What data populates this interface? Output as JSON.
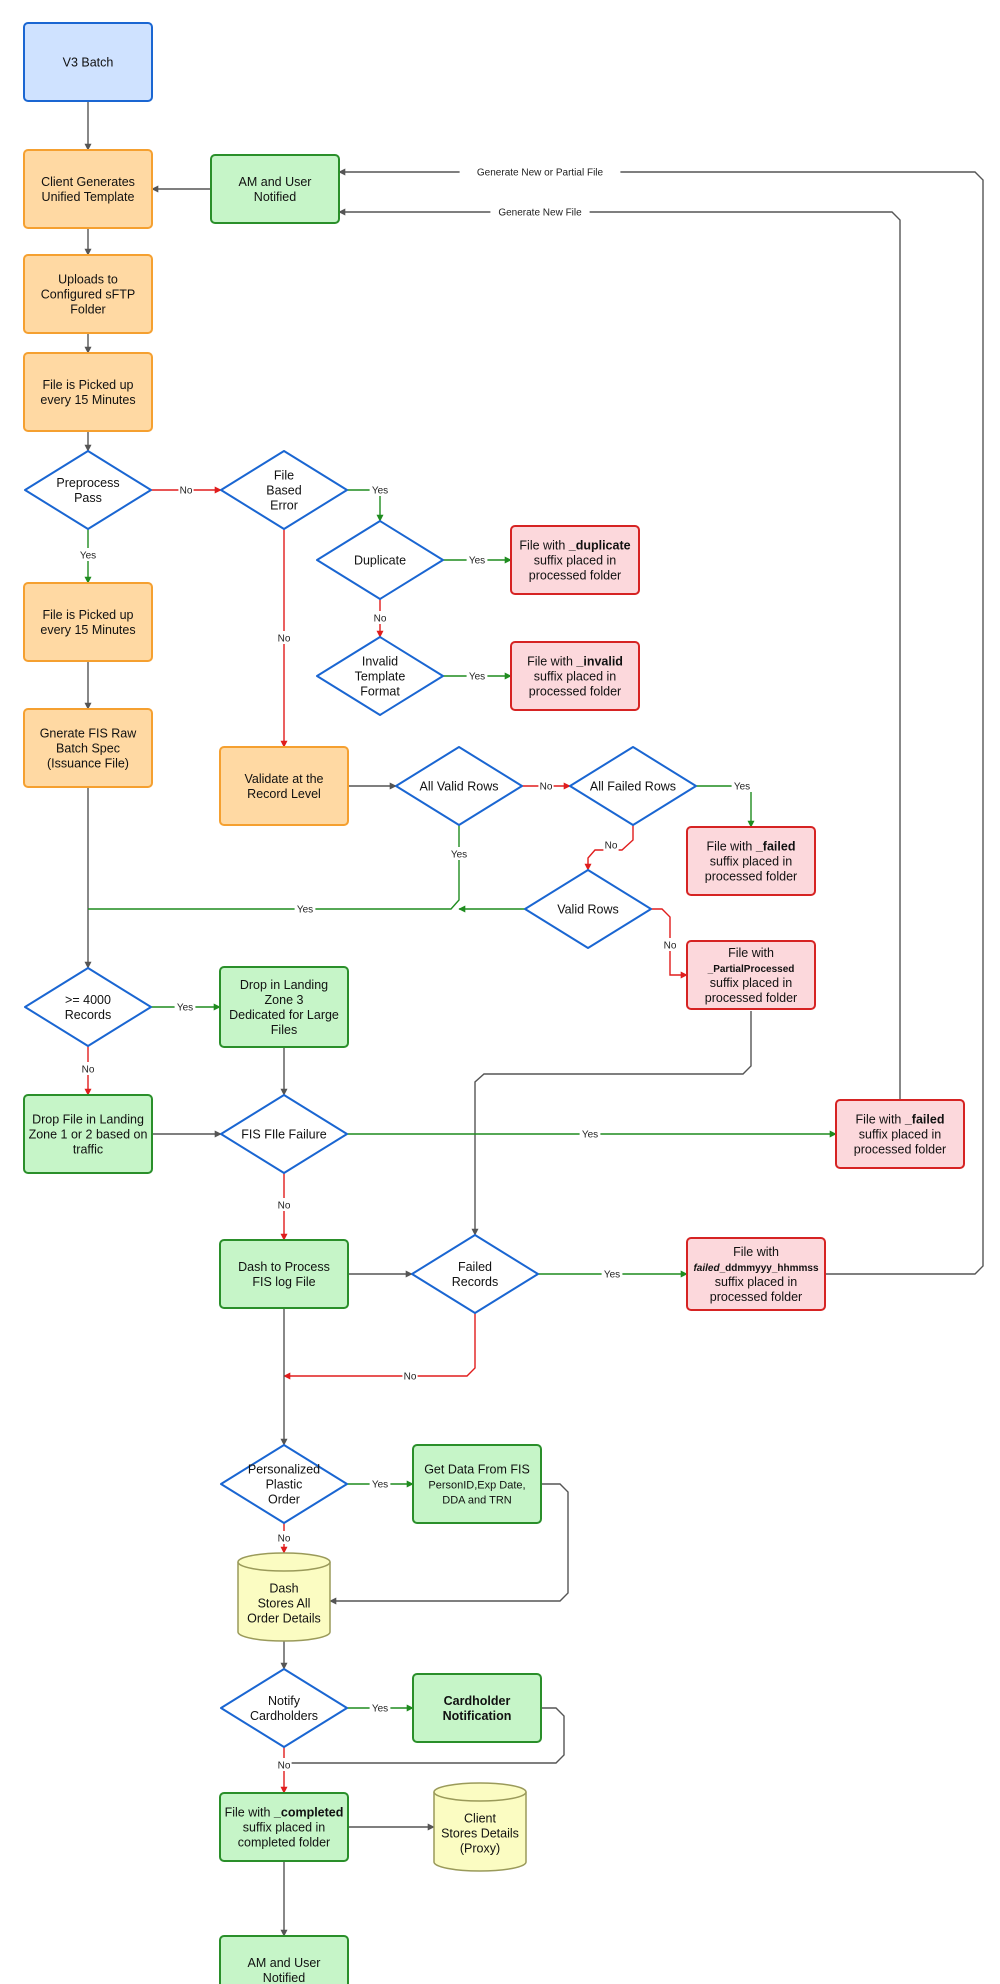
{
  "diagram": {
    "title": "V3 Batch",
    "styles": {
      "blue": {
        "fill": "#cfe2ff",
        "stroke": "#1a66d2"
      },
      "orange": {
        "fill": "#ffd9a3",
        "stroke": "#f5a030"
      },
      "green": {
        "fill": "#c6f5c8",
        "stroke": "#2a8f2a"
      },
      "red": {
        "fill": "#fcd8dc",
        "stroke": "#d62323"
      },
      "diamond": {
        "fill": "#ffffff",
        "stroke": "#1a66d2"
      },
      "cyl": {
        "fill": "#fbfcc2",
        "stroke": "#9a9a5a"
      }
    },
    "edge_colors": {
      "gray": "#555555",
      "red": "#e01d1d",
      "green": "#1f8c1f"
    },
    "nodes": [
      {
        "id": "v3",
        "shape": "rect",
        "style": "blue",
        "lines": [
          "V3 Batch"
        ]
      },
      {
        "id": "client",
        "shape": "rect",
        "style": "orange",
        "lines": [
          "Client Generates",
          "Unified Template"
        ]
      },
      {
        "id": "amuser1",
        "shape": "rect",
        "style": "green",
        "lines": [
          "AM and User",
          "Notified"
        ]
      },
      {
        "id": "uploads",
        "shape": "rect",
        "style": "orange",
        "lines": [
          "Uploads to",
          "Configured sFTP",
          "Folder"
        ]
      },
      {
        "id": "pickup1",
        "shape": "rect",
        "style": "orange",
        "lines": [
          "File is Picked up",
          "every 15 Minutes"
        ]
      },
      {
        "id": "prepass",
        "shape": "diamond",
        "style": "diamond",
        "lines": [
          "Preprocess",
          "Pass"
        ]
      },
      {
        "id": "filebased",
        "shape": "diamond",
        "style": "diamond",
        "lines": [
          "File",
          "Based",
          "Error"
        ]
      },
      {
        "id": "duplicate",
        "shape": "diamond",
        "style": "diamond",
        "lines": [
          "Duplicate"
        ]
      },
      {
        "id": "dupfile",
        "shape": "rect",
        "style": "red",
        "lines": [
          [
            {
              "t": "File with "
            },
            {
              "t": "_duplicate",
              "b": true
            }
          ],
          "suffix placed in",
          "processed folder"
        ]
      },
      {
        "id": "invalidfmt",
        "shape": "diamond",
        "style": "diamond",
        "lines": [
          "Invalid",
          "Template",
          "Format"
        ]
      },
      {
        "id": "invfile",
        "shape": "rect",
        "style": "red",
        "lines": [
          [
            {
              "t": "File with "
            },
            {
              "t": "_invalid",
              "b": true
            }
          ],
          "suffix placed in",
          "processed folder"
        ]
      },
      {
        "id": "pickup2",
        "shape": "rect",
        "style": "orange",
        "lines": [
          "File is Picked up",
          "every 15 Minutes"
        ]
      },
      {
        "id": "genfis",
        "shape": "rect",
        "style": "orange",
        "lines": [
          "Gnerate FIS Raw",
          "Batch Spec",
          "(Issuance File)"
        ]
      },
      {
        "id": "validate",
        "shape": "rect",
        "style": "orange",
        "lines": [
          "Validate at the",
          "Record Level"
        ]
      },
      {
        "id": "allvalid",
        "shape": "diamond",
        "style": "diamond",
        "lines": [
          "All Valid Rows"
        ]
      },
      {
        "id": "allfailed",
        "shape": "diamond",
        "style": "diamond",
        "lines": [
          "All Failed Rows"
        ]
      },
      {
        "id": "failedfile1",
        "shape": "rect",
        "style": "red",
        "lines": [
          [
            {
              "t": "File with "
            },
            {
              "t": "_failed",
              "b": true
            }
          ],
          "suffix placed in",
          "processed folder"
        ]
      },
      {
        "id": "validrows",
        "shape": "diamond",
        "style": "diamond",
        "lines": [
          "Valid Rows"
        ]
      },
      {
        "id": "partialfile",
        "shape": "rect",
        "style": "red",
        "lines": [
          "File with",
          [
            {
              "t": "_PartialProcessed",
              "b": true,
              "s": 10
            }
          ],
          "suffix placed in",
          "processed folder"
        ]
      },
      {
        "id": "records4000",
        "shape": "diamond",
        "style": "diamond",
        "lines": [
          ">= 4000",
          "Records"
        ]
      },
      {
        "id": "zone3",
        "shape": "rect",
        "style": "green",
        "lines": [
          "Drop in Landing",
          "Zone 3",
          "Dedicated for Large",
          "Files"
        ]
      },
      {
        "id": "zone12",
        "shape": "rect",
        "style": "green",
        "lines": [
          "Drop File in Landing",
          "Zone 1 or 2 based on",
          "traffic"
        ]
      },
      {
        "id": "fisfailure",
        "shape": "diamond",
        "style": "diamond",
        "lines": [
          "FIS FIle Failure"
        ]
      },
      {
        "id": "failedfile2",
        "shape": "rect",
        "style": "red",
        "lines": [
          [
            {
              "t": "File with "
            },
            {
              "t": "_failed",
              "b": true
            }
          ],
          "suffix placed in",
          "processed folder"
        ]
      },
      {
        "id": "dash",
        "shape": "rect",
        "style": "green",
        "lines": [
          "Dash to Process",
          "FIS log File"
        ]
      },
      {
        "id": "failedrecords",
        "shape": "diamond",
        "style": "diamond",
        "lines": [
          "Failed",
          "Records"
        ]
      },
      {
        "id": "failedddm",
        "shape": "rect",
        "style": "red",
        "lines": [
          "File with",
          [
            {
              "t": "failed",
              "b": true,
              "i": true,
              "s": 10
            },
            {
              "t": "_ddmmyyy_hhmmss",
              "b": true,
              "s": 10
            }
          ],
          "suffix placed in",
          "processed folder"
        ]
      },
      {
        "id": "plastic",
        "shape": "diamond",
        "style": "diamond",
        "lines": [
          "Personalized",
          "Plastic",
          "Order"
        ]
      },
      {
        "id": "getdata",
        "shape": "rect",
        "style": "green",
        "lines": [
          "Get Data From FIS",
          [
            {
              "t": "PersonID,Exp Date,",
              "s": 11
            }
          ],
          [
            {
              "t": "DDA and TRN",
              "s": 11
            }
          ]
        ]
      },
      {
        "id": "dashstores",
        "shape": "cyl",
        "style": "cyl",
        "lines": [
          "Dash",
          "Stores All",
          "Order Details"
        ]
      },
      {
        "id": "notify",
        "shape": "diamond",
        "style": "diamond",
        "lines": [
          "Notify",
          "Cardholders"
        ]
      },
      {
        "id": "chnotif",
        "shape": "rect",
        "style": "green",
        "lines": [
          [
            {
              "t": "Cardholder",
              "b": true
            }
          ],
          [
            {
              "t": "Notification",
              "b": true
            }
          ]
        ]
      },
      {
        "id": "completed",
        "shape": "rect",
        "style": "green",
        "lines": [
          [
            {
              "t": "File with "
            },
            {
              "t": "_completed",
              "b": true
            }
          ],
          "suffix placed in",
          "completed folder"
        ]
      },
      {
        "id": "clientstores",
        "shape": "cyl",
        "style": "cyl",
        "lines": [
          "Client",
          "Stores Details",
          "(Proxy)"
        ]
      },
      {
        "id": "amuser2",
        "shape": "rect",
        "style": "green",
        "lines": [
          "AM and User",
          "Notified"
        ]
      }
    ],
    "edges": [
      {
        "id": "v3-client",
        "color": "gray",
        "label": ""
      },
      {
        "id": "amuser-client",
        "color": "gray",
        "label": ""
      },
      {
        "id": "client-uploads",
        "color": "gray",
        "label": ""
      },
      {
        "id": "uploads-pickup1",
        "color": "gray",
        "label": ""
      },
      {
        "id": "pickup1-prepass",
        "color": "gray",
        "label": ""
      },
      {
        "id": "prepass-filebased",
        "color": "red",
        "label": "No"
      },
      {
        "id": "prepass-pickup2",
        "color": "green",
        "label": "Yes"
      },
      {
        "id": "filebased-duplicate",
        "color": "green",
        "label": "Yes"
      },
      {
        "id": "filebased-validate",
        "color": "red",
        "label": "No"
      },
      {
        "id": "duplicate-dupfile",
        "color": "green",
        "label": "Yes"
      },
      {
        "id": "duplicate-invalid",
        "color": "red",
        "label": "No"
      },
      {
        "id": "invalid-invfile",
        "color": "green",
        "label": "Yes"
      },
      {
        "id": "pickup2-genfis",
        "color": "gray",
        "label": ""
      },
      {
        "id": "genfis-records",
        "color": "gray",
        "label": ""
      },
      {
        "id": "validate-allvalid",
        "color": "gray",
        "label": ""
      },
      {
        "id": "allvalid-allfailed",
        "color": "red",
        "label": "No"
      },
      {
        "id": "allfailed-failedfile",
        "color": "green",
        "label": "Yes"
      },
      {
        "id": "allfailed-validrows",
        "color": "red",
        "label": "No"
      },
      {
        "id": "allvalid-merge",
        "color": "green",
        "label": "Yes"
      },
      {
        "id": "validrows-merge",
        "color": "green",
        "label": "Yes"
      },
      {
        "id": "validrows-partial",
        "color": "red",
        "label": "No"
      },
      {
        "id": "partial-failedrecords",
        "color": "gray",
        "label": ""
      },
      {
        "id": "records-zone3",
        "color": "green",
        "label": "Yes"
      },
      {
        "id": "records-zone12",
        "color": "red",
        "label": "No"
      },
      {
        "id": "zone3-fisfailure",
        "color": "gray",
        "label": ""
      },
      {
        "id": "zone12-fisfailure",
        "color": "gray",
        "label": ""
      },
      {
        "id": "fisfailure-failedfile2",
        "color": "green",
        "label": "Yes"
      },
      {
        "id": "fisfailure-dash",
        "color": "red",
        "label": "No"
      },
      {
        "id": "failedfile2-amuser",
        "color": "gray",
        "label": "Generate New File"
      },
      {
        "id": "dash-failedrecords",
        "color": "gray",
        "label": ""
      },
      {
        "id": "failedrecords-failedddm",
        "color": "green",
        "label": "Yes"
      },
      {
        "id": "failedddm-amuser",
        "color": "gray",
        "label": "Generate New or Partial File"
      },
      {
        "id": "failedrecords-merge",
        "color": "red",
        "label": "No"
      },
      {
        "id": "dash-plastic",
        "color": "gray",
        "label": ""
      },
      {
        "id": "plastic-getdata",
        "color": "green",
        "label": "Yes"
      },
      {
        "id": "plastic-dashstores",
        "color": "red",
        "label": "No"
      },
      {
        "id": "getdata-dashstores",
        "color": "gray",
        "label": ""
      },
      {
        "id": "dashstores-notify",
        "color": "gray",
        "label": ""
      },
      {
        "id": "notify-chnotif",
        "color": "green",
        "label": "Yes"
      },
      {
        "id": "notify-completed",
        "color": "red",
        "label": "No"
      },
      {
        "id": "chnotif-merge",
        "color": "gray",
        "label": ""
      },
      {
        "id": "completed-clientstores",
        "color": "gray",
        "label": ""
      },
      {
        "id": "completed-amuser2",
        "color": "gray",
        "label": ""
      }
    ]
  }
}
